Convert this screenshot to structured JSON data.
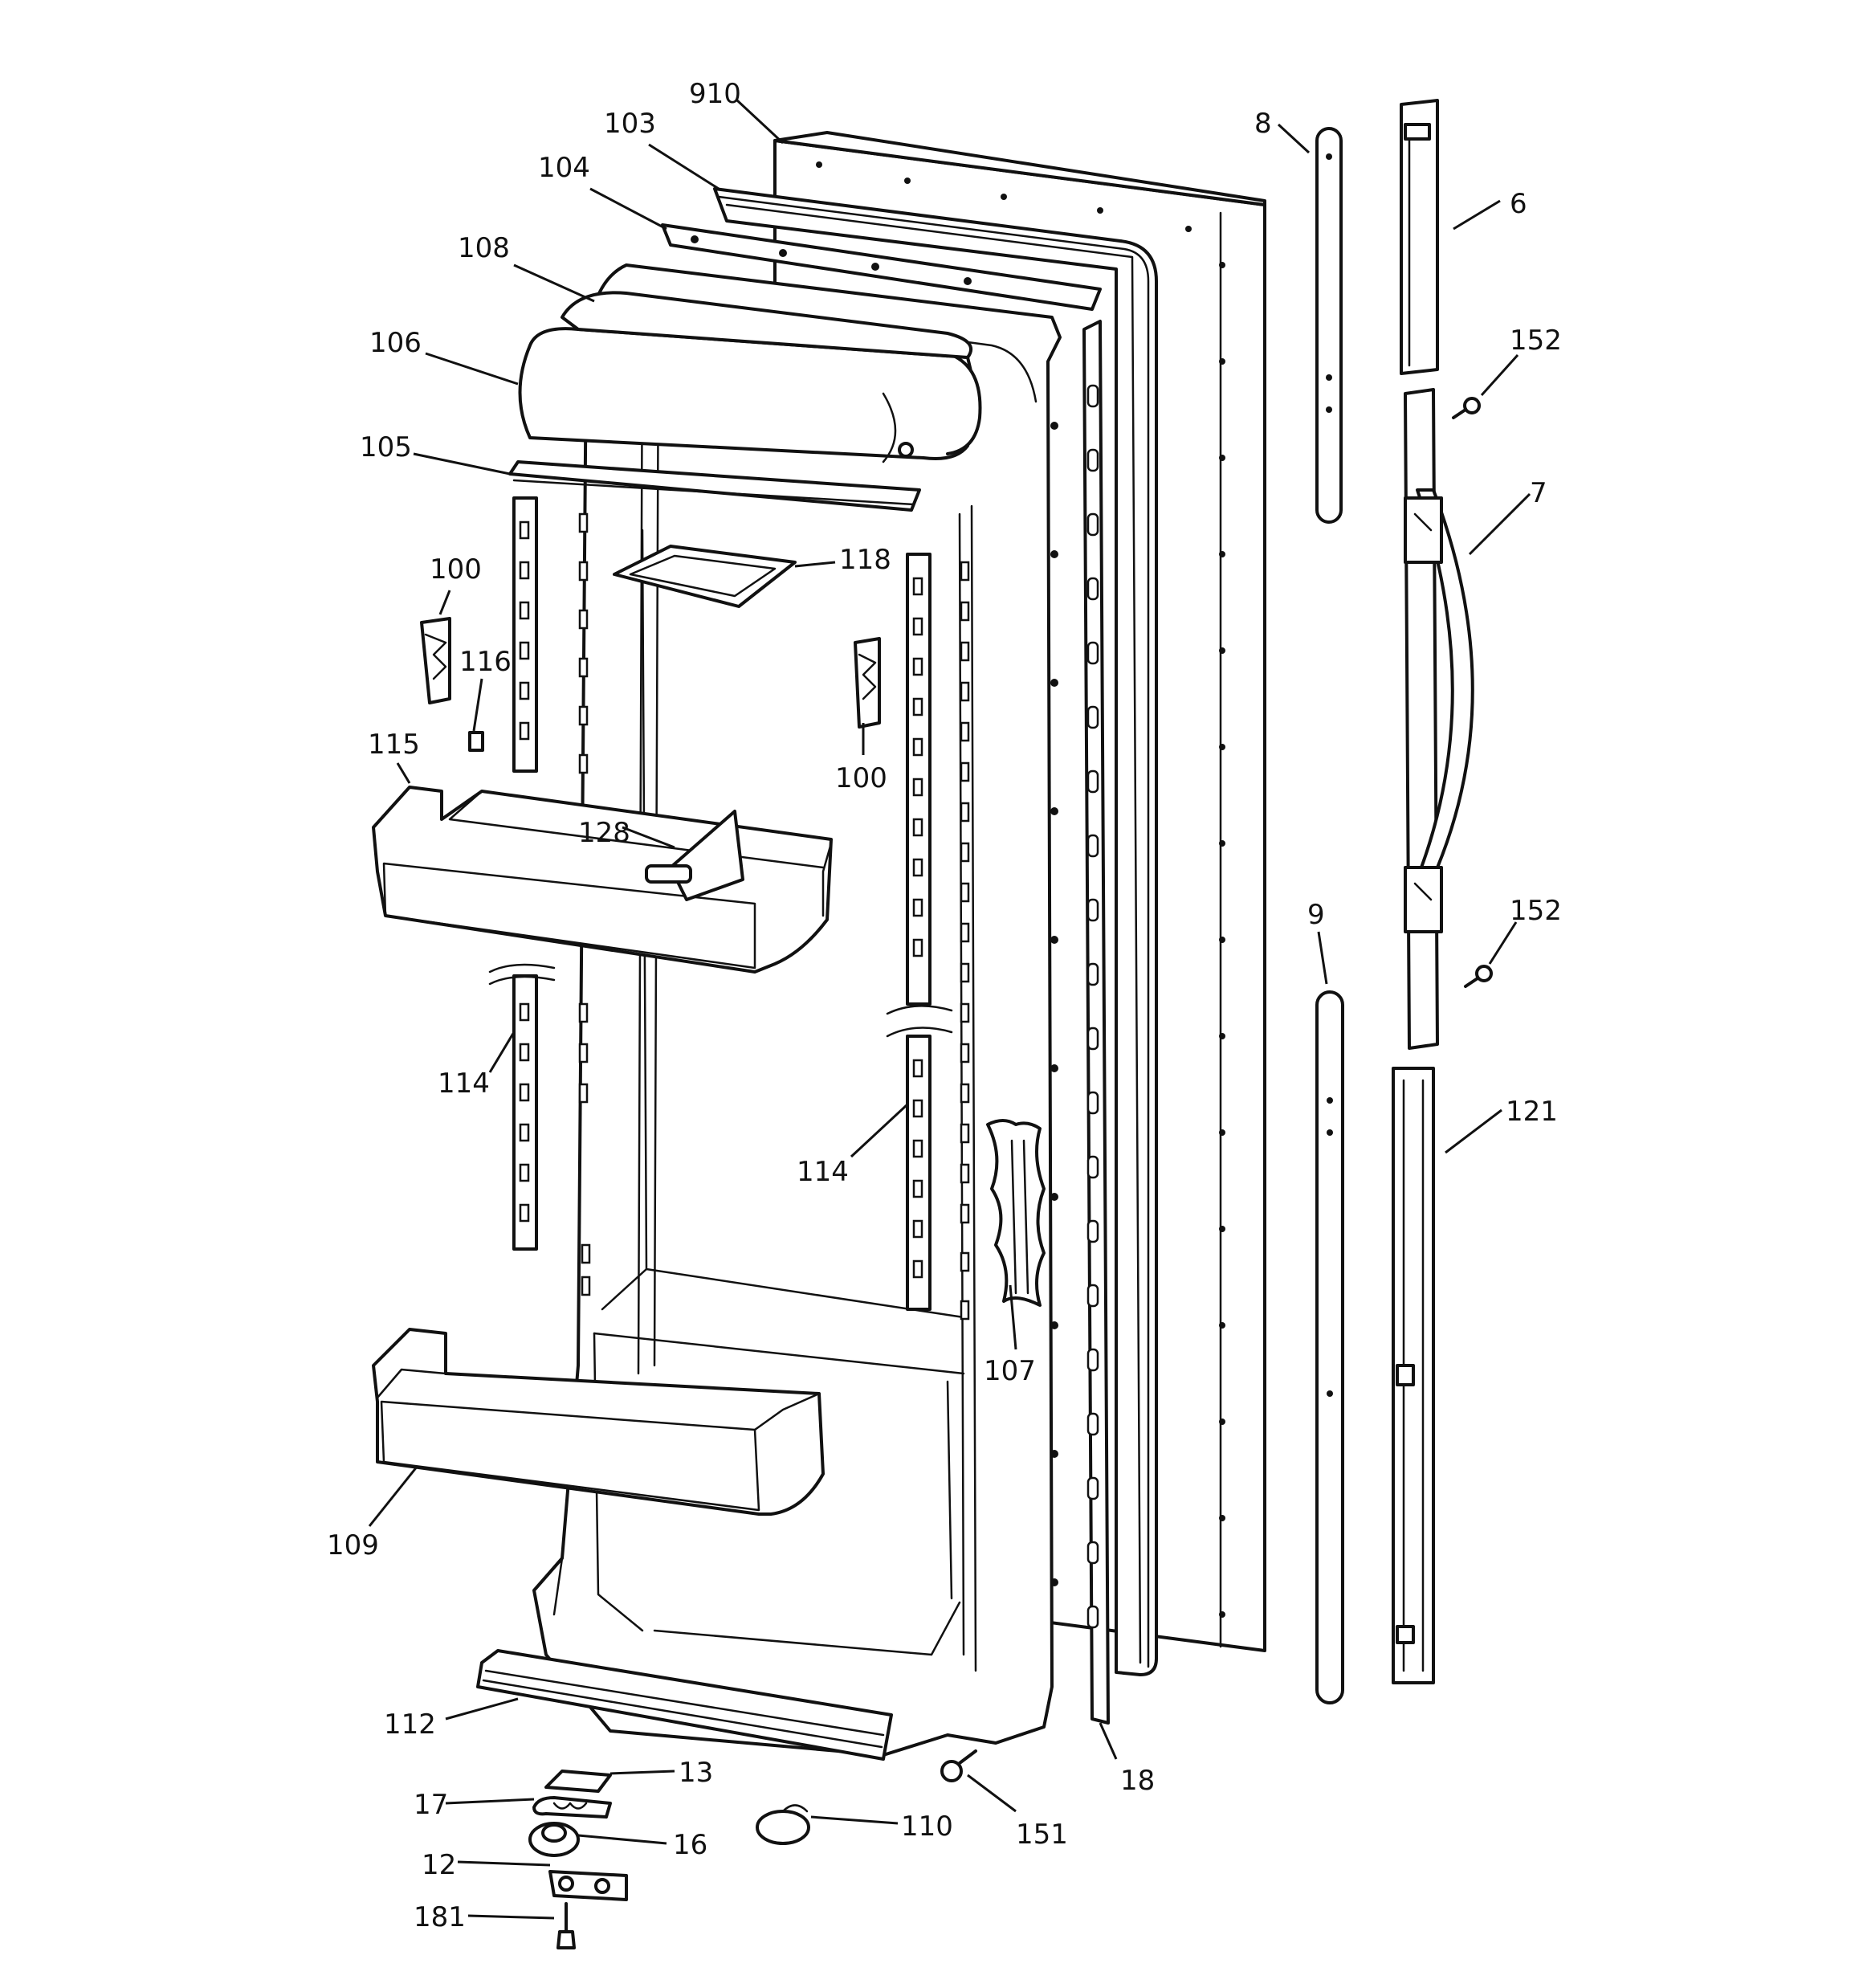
{
  "callouts": [
    {
      "id": "910",
      "text": "910"
    },
    {
      "id": "103",
      "text": "103"
    },
    {
      "id": "104",
      "text": "104"
    },
    {
      "id": "108",
      "text": "108"
    },
    {
      "id": "106",
      "text": "106"
    },
    {
      "id": "105",
      "text": "105"
    },
    {
      "id": "118",
      "text": "118"
    },
    {
      "id": "100a",
      "text": "100"
    },
    {
      "id": "116",
      "text": "116"
    },
    {
      "id": "100b",
      "text": "100"
    },
    {
      "id": "115",
      "text": "115"
    },
    {
      "id": "128",
      "text": "128"
    },
    {
      "id": "114a",
      "text": "114"
    },
    {
      "id": "114b",
      "text": "114"
    },
    {
      "id": "107",
      "text": "107"
    },
    {
      "id": "109",
      "text": "109"
    },
    {
      "id": "112",
      "text": "112"
    },
    {
      "id": "13",
      "text": "13"
    },
    {
      "id": "17",
      "text": "17"
    },
    {
      "id": "16",
      "text": "16"
    },
    {
      "id": "12",
      "text": "12"
    },
    {
      "id": "181",
      "text": "181"
    },
    {
      "id": "110",
      "text": "110"
    },
    {
      "id": "151",
      "text": "151"
    },
    {
      "id": "18",
      "text": "18"
    },
    {
      "id": "8",
      "text": "8"
    },
    {
      "id": "6",
      "text": "6"
    },
    {
      "id": "152a",
      "text": "152"
    },
    {
      "id": "7",
      "text": "7"
    },
    {
      "id": "152b",
      "text": "152"
    },
    {
      "id": "9",
      "text": "9"
    },
    {
      "id": "121",
      "text": "121"
    }
  ]
}
